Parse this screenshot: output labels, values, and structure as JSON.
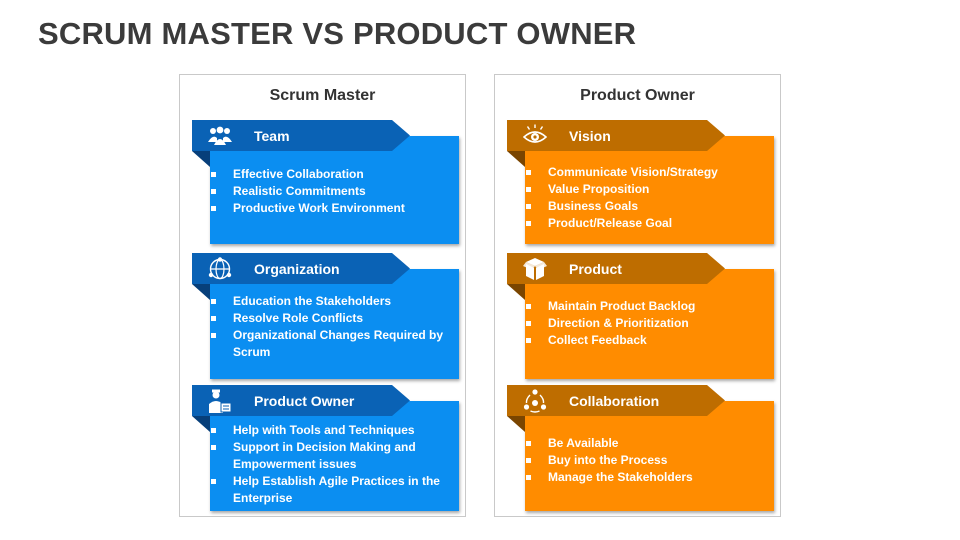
{
  "title": "SCRUM MASTER VS PRODUCT OWNER",
  "colors": {
    "scrum_header": "#0a62b5",
    "scrum_body": "#0b8ef1",
    "owner_header": "#be6d00",
    "owner_body": "#ff8c00"
  },
  "scrum_master": {
    "heading": "Scrum Master",
    "cards": [
      {
        "icon": "team-icon",
        "label": "Team",
        "items": [
          "Effective Collaboration",
          "Realistic Commitments",
          "Productive Work Environment"
        ]
      },
      {
        "icon": "organization-icon",
        "label": "Organization",
        "items": [
          "Education the Stakeholders",
          "Resolve Role Conflicts",
          "Organizational Changes Required by Scrum"
        ]
      },
      {
        "icon": "product-owner-icon",
        "label": "Product Owner",
        "items": [
          "Help with Tools and Techniques",
          "Support in Decision Making and Empowerment issues",
          "Help Establish Agile Practices in the Enterprise"
        ]
      }
    ]
  },
  "product_owner": {
    "heading": "Product Owner",
    "cards": [
      {
        "icon": "vision-eye-icon",
        "label": "Vision",
        "items": [
          "Communicate Vision/Strategy",
          "Value Proposition",
          "Business Goals",
          "Product/Release Goal"
        ]
      },
      {
        "icon": "product-box-icon",
        "label": "Product",
        "items": [
          "Maintain Product Backlog",
          "Direction & Prioritization",
          "Collect Feedback"
        ]
      },
      {
        "icon": "collaboration-icon",
        "label": "Collaboration",
        "items": [
          "Be Available",
          "Buy into the Process",
          "Manage the Stakeholders"
        ]
      }
    ]
  }
}
